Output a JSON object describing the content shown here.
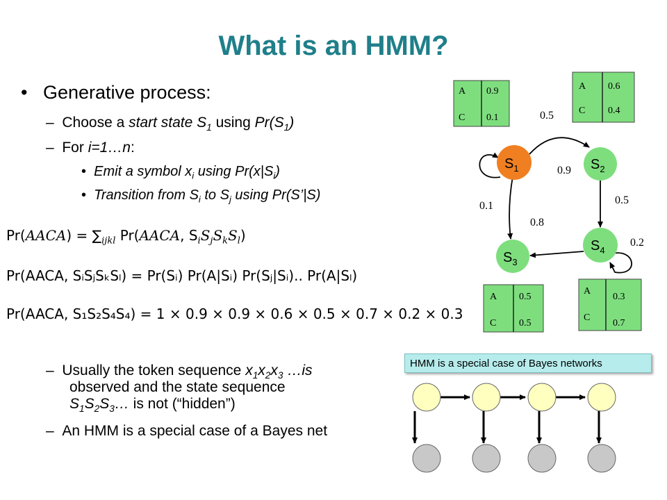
{
  "title": "What is an HMM?",
  "bullet": "Generative process:",
  "steps": {
    "choose_pre": "Choose a ",
    "choose_it": "start state S",
    "choose_sub": "1",
    "choose_mid": " using ",
    "choose_pr": "Pr(S",
    "choose_pr_sub": "1",
    "choose_pr_end": ")",
    "for_pre": "For ",
    "for_it": "i=1…n",
    "for_end": ":",
    "emit_a": "Emit a symbol x",
    "emit_sub1": "i",
    "emit_b": " using Pr(x|S",
    "emit_sub2": "i",
    "emit_c": ")",
    "trans_a": "Transition from S",
    "trans_sub1": "i",
    "trans_b": " to S",
    "trans_sub2": "j",
    "trans_c": " using Pr(S’|S)"
  },
  "equations": {
    "eq1_lhs": "Pr(",
    "eq1_lhs_it": "AACA",
    "eq1_mid": ") = ∑",
    "eq1_sum_sub": "ijkl",
    "eq1_rhs": " Pr(",
    "eq1_rhs_it": "AACA",
    "eq1_rhs2": ", S",
    "eq1_end": ")",
    "eq2": "Pr(AACA, SᵢSⱼSₖSₗ) = Pr(Sᵢ) Pr(A|Sᵢ) Pr(Sⱼ|Sᵢ).. Pr(A|Sₗ)",
    "eq3": "Pr(AACA, S₁S₂S₄S₄) = 1 × 0.9 × 0.9 × 0.6 × 0.5 × 0.7 × 0.2 × 0.3"
  },
  "notes": {
    "usually_a": "Usually the token sequence ",
    "usually_it": "x",
    "usually_b": " …is",
    "usually_line2": "observed and the state sequence",
    "usually_line3_it": "S",
    "usually_line3_end": " is not (“hidden”)",
    "hmm_note": "An HMM is a special case of a Bayes net"
  },
  "diagram": {
    "states": [
      {
        "label": "S",
        "sub": "1",
        "color": "#f07f22"
      },
      {
        "label": "S",
        "sub": "2",
        "color": "#7ede7e"
      },
      {
        "label": "S",
        "sub": "3",
        "color": "#7ede7e"
      },
      {
        "label": "S",
        "sub": "4",
        "color": "#7ede7e"
      }
    ],
    "transition_labels": [
      "0.5",
      "0.9",
      "0.1",
      "0.5",
      "0.8",
      "0.2"
    ],
    "emission_tables": [
      {
        "rows": [
          [
            "A",
            "0.9"
          ],
          [
            "C",
            "0.1"
          ]
        ]
      },
      {
        "rows": [
          [
            "A",
            "0.6"
          ],
          [
            "C",
            "0.4"
          ]
        ]
      },
      {
        "rows": [
          [
            "A",
            "0.5"
          ],
          [
            "C",
            "0.5"
          ]
        ]
      },
      {
        "rows": [
          [
            "A",
            "0.3"
          ],
          [
            "C",
            "0.7"
          ]
        ]
      }
    ],
    "table_color": "#7ede7e"
  },
  "callout": "HMM is a special case of Bayes networks",
  "bayes": {
    "top_color": "#ffffc0",
    "bottom_color": "#c8c8c8"
  }
}
